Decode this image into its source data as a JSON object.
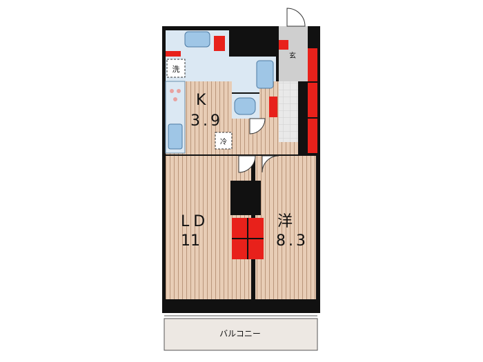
{
  "rooms": {
    "kitchen": {
      "name": "K",
      "size": "3.9"
    },
    "living": {
      "name": "LD",
      "size": "11"
    },
    "western": {
      "name": "洋",
      "size": "8.3"
    }
  },
  "fixtures": {
    "washer": "洗",
    "fridge": "冷",
    "entrance": "玄"
  },
  "balcony": {
    "label": "バルコニー"
  },
  "colors": {
    "wall": "#111111",
    "floor_wood": "#e8cdb6",
    "floor_grain": "#b9957a",
    "wet_area": "#dbe8f3",
    "fixture_blue": "#9fc6e6",
    "storage_red": "#e8211b",
    "entrance_gray": "#cfcfcf",
    "balcony": "#ede8e3"
  }
}
